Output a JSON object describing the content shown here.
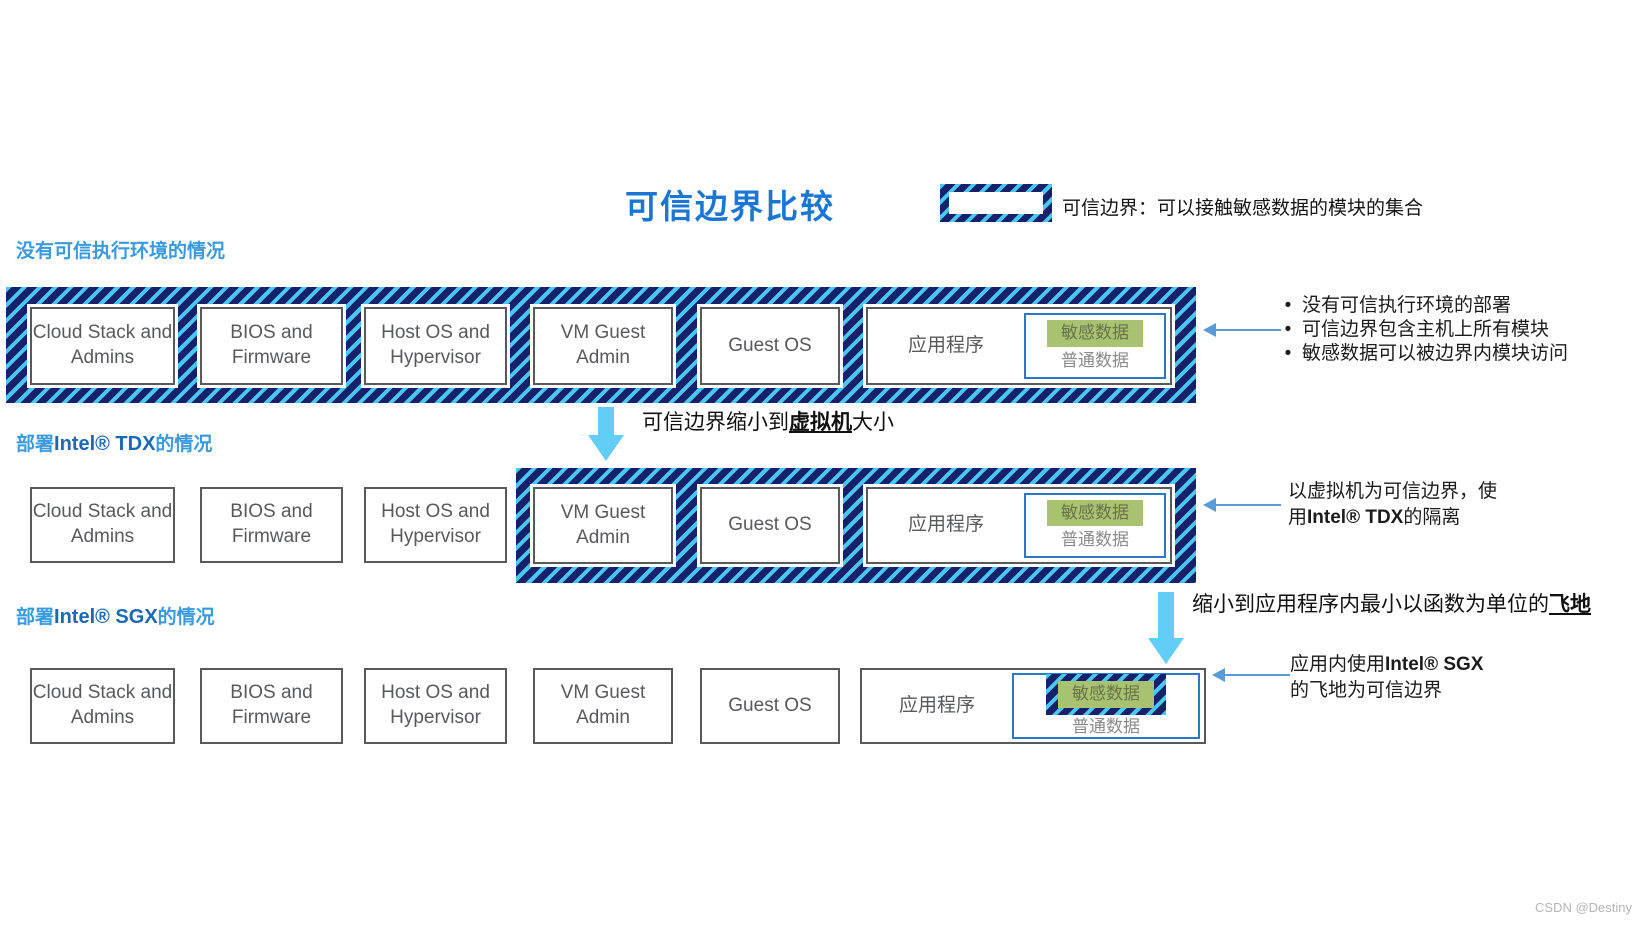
{
  "title": "可信边界比较",
  "legend": {
    "label": "可信边界：可以接触敏感数据的模块的集合"
  },
  "watermark": "CSDN @Destiny",
  "colors": {
    "hatch_dark": "#16216b",
    "hatch_cyan": "#4ac6ef",
    "label_blue": "#3b99dd",
    "brand_blue": "#1b68b5",
    "title_blue": "#1a76d2",
    "databox_border_blue": "#2f77c2",
    "sensitive_green": "#a9c272",
    "big_arrow_blue": "#62cdf6",
    "note_arrow_blue": "#5b9bd5"
  },
  "module_labels": {
    "cloud": "Cloud Stack and Admins",
    "bios": "BIOS and Firmware",
    "host": "Host OS and Hypervisor",
    "vm_admin": "VM Guest Admin",
    "guest_os": "Guest OS",
    "app": "应用程序",
    "sensitive": "敏感数据",
    "normal": "普通数据"
  },
  "rows": {
    "no_tee": {
      "label": "没有可信执行环境的情况",
      "bullet": "•",
      "notes": [
        "没有可信执行环境的部署",
        "可信边界包含主机上所有模块",
        "敏感数据可以被边界内模块访问"
      ]
    },
    "tdx": {
      "label_prefix": "部署",
      "label_brand": "Intel® TDX",
      "label_suffix": "的情况",
      "note_line1": "以虚拟机为可信边界，使",
      "note_line2_pre": "用",
      "note_line2_brand": "Intel® TDX",
      "note_line2_post": "的隔离"
    },
    "sgx": {
      "label_prefix": "部署",
      "label_brand": "Intel® SGX",
      "label_suffix": "的情况",
      "note_line1_pre": "应用内使用",
      "note_line1_brand": "Intel® SGX",
      "note_line2": "的飞地为可信边界"
    }
  },
  "transitions": {
    "to_vm": {
      "pre": "可信边界缩小到",
      "em": "虚拟机",
      "post": "大小"
    },
    "to_enclave": {
      "pre": "缩小到应用程序内最小以函数为单位的",
      "em": "飞地",
      "post": ""
    }
  }
}
